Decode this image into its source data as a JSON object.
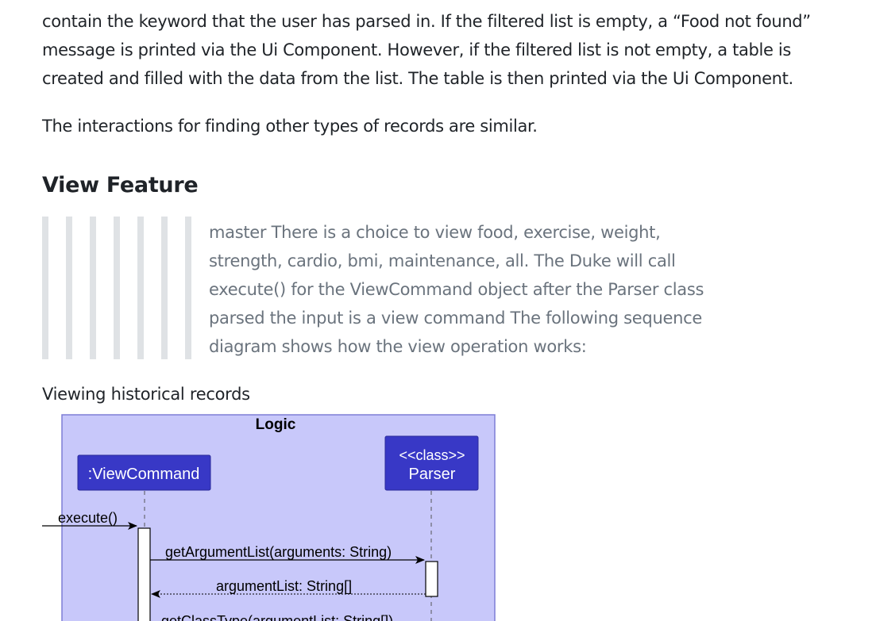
{
  "document": {
    "paragraph_1": "contain the keyword that the user has parsed in. If the filtered list is empty, a “Food not found” message is printed via the Ui Component. However, if the filtered list is not empty, a table is created and filled with the data from the list. The table is then printed via the Ui Component.",
    "paragraph_2": "The interactions for finding other types of records are similar.",
    "section_heading": "View Feature",
    "blockquote": "master There is a choice to view food, exercise, weight, strength, cardio, bmi, maintenance, all. The Duke will call execute() for the ViewCommand object after the Parser class parsed the input is a view command The following sequence diagram shows how the view operation works:",
    "figure_caption": "Viewing historical records"
  },
  "diagram": {
    "frame_title": "Logic",
    "participants": [
      {
        "label": ":ViewCommand"
      },
      {
        "stereotype": "<<class>>",
        "label": "Parser"
      }
    ],
    "messages": [
      {
        "label": "execute()",
        "kind": "call"
      },
      {
        "label": "getArgumentList(arguments: String)",
        "kind": "call"
      },
      {
        "label": "argumentList: String[]",
        "kind": "return"
      },
      {
        "label": "getClassType(argumentList: String[])",
        "kind": "call"
      }
    ],
    "colors": {
      "frame_fill": "#c8c8fa",
      "frame_border": "#7d7dd6",
      "participant_fill": "#3838c6",
      "participant_text": "#ffffff"
    }
  }
}
